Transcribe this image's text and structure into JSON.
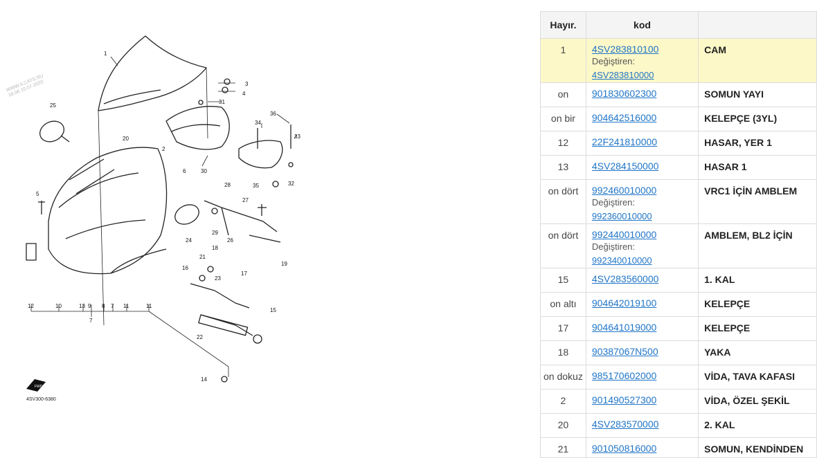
{
  "diagram": {
    "watermark": [
      "WWW.ILCATS.RU",
      "18.06 10.07.2020"
    ],
    "image_code": "4SV300-6380",
    "callouts": [
      "1",
      "3",
      "4",
      "31",
      "25",
      "36",
      "34",
      "33",
      "20",
      "2",
      "6",
      "30",
      "32",
      "35",
      "5",
      "28",
      "27",
      "24",
      "26",
      "29",
      "19",
      "18",
      "21",
      "17",
      "23",
      "16",
      "15",
      "22",
      "14",
      "12",
      "10",
      "13",
      "9",
      "8",
      "7",
      "11"
    ]
  },
  "table": {
    "headers": {
      "no": "Hayır.",
      "code": "kod",
      "name": ""
    },
    "replace_label": "Değiştiren:",
    "rows": [
      {
        "no": "1",
        "code": "4SV283810100",
        "replace": "4SV283810000",
        "name": "CAM",
        "highlight": true
      },
      {
        "no": "on",
        "code": "901830602300",
        "name": "SOMUN YAYI"
      },
      {
        "no": "on bir",
        "code": "904642516000",
        "name": "KELEPÇE (3YL)"
      },
      {
        "no": "12",
        "code": "22F241810000",
        "name": "HASAR, YER 1"
      },
      {
        "no": "13",
        "code": "4SV284150000",
        "name": "HASAR 1"
      },
      {
        "no": "on dört",
        "code": "992460010000",
        "replace": "992360010000",
        "name": "VRC1 İÇİN AMBLEM"
      },
      {
        "no": "on dört",
        "code": "992440010000",
        "replace": "992340010000",
        "name": "AMBLEM, BL2 İÇİN"
      },
      {
        "no": "15",
        "code": "4SV283560000",
        "name": "1. KAL"
      },
      {
        "no": "on altı",
        "code": "904642019100",
        "name": "KELEPÇE"
      },
      {
        "no": "17",
        "code": "904641019000",
        "name": "KELEPÇE"
      },
      {
        "no": "18",
        "code": "90387067N500",
        "name": "YAKA"
      },
      {
        "no": "on dokuz",
        "code": "985170602000",
        "name": "VİDA, TAVA KAFASI"
      },
      {
        "no": "2",
        "code": "901490527300",
        "name": "VİDA, ÖZEL ŞEKİL"
      },
      {
        "no": "20",
        "code": "4SV283570000",
        "name": "2. KAL"
      },
      {
        "no": "21",
        "code": "901050816000",
        "name": "SOMUN, KENDİNDEN"
      }
    ]
  }
}
